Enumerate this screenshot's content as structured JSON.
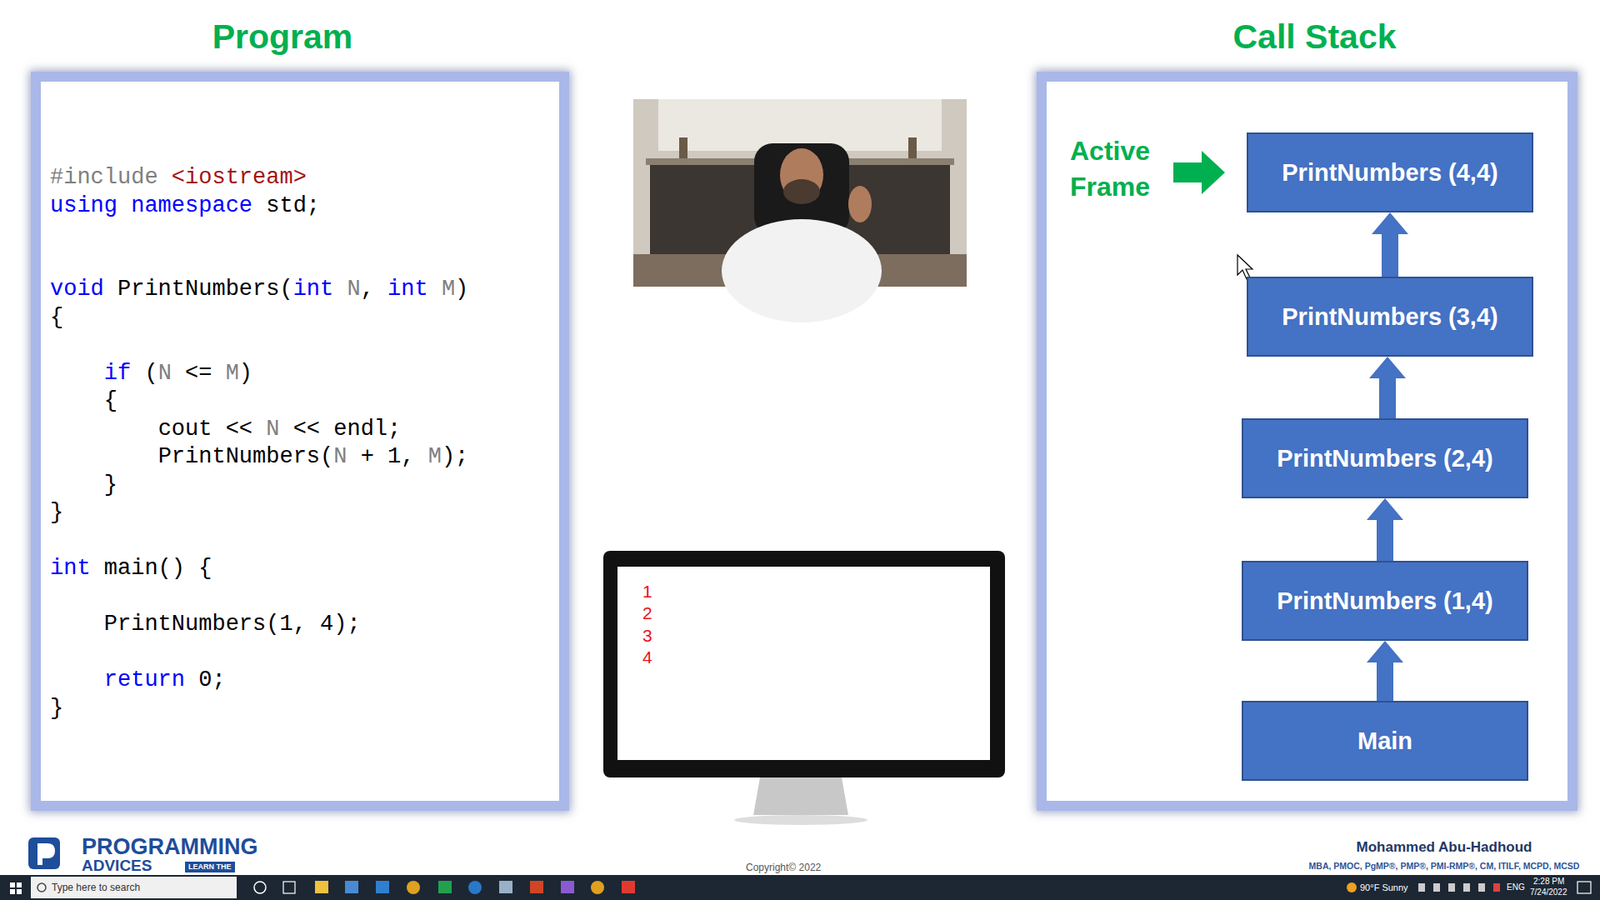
{
  "diagram": {
    "nodes": [
      {
        "text": [
          "Program"
        ]
      },
      {
        "text": [
          "1",
          "2",
          "3",
          "4"
        ]
      },
      {
        "text": [
          "Call Stack"
        ]
      },
      {
        "text": [
          "PrintNumbers (4,4)"
        ],
        "in": 2
      },
      {
        "text": [
          "PrintNumbers (3,4)"
        ],
        "in": 2
      },
      {
        "text": [
          "PrintNumbers (2,4)"
        ],
        "in": 2
      },
      {
        "text": [
          "PrintNumbers (1,4)"
        ],
        "in": 2
      },
      {
        "text": [
          "Main"
        ],
        "in": 2
      }
    ],
    "edges": [
      {
        "from": 7,
        "to": 6,
        "arrow": "to"
      },
      {
        "from": 6,
        "to": 5,
        "arrow": "to"
      },
      {
        "from": 5,
        "to": 4,
        "arrow": "to"
      },
      {
        "from": 4,
        "to": 3,
        "arrow": "to"
      }
    ],
    "labels": [
      "#include",
      "<iostream>",
      "using",
      "namespace",
      "std;",
      "void",
      "PrintNumbers(",
      "int",
      "N",
      ",",
      "int",
      "M",
      ")",
      "{",
      "if",
      "(",
      "N",
      "<=",
      "M",
      ")",
      "{",
      "cout <<",
      "N",
      "<< endl;",
      "PrintNumbers(",
      "N",
      "+ 1,",
      "M",
      ");",
      "}",
      "}",
      "int",
      "main() {",
      "PrintNumbers(1, 4);",
      "return",
      "0;",
      "}",
      "Active Frame",
      "PROGRAMMING",
      "ADVICES",
      "LEARN THE",
      "Copyright© 2022",
      "Mohammed Abu-Hadhoud",
      "MBA, PMOC, PgMP®, PMP®, PMI-RMP®, CM, ITILF, MCPD, MCSD",
      "Type here to search",
      "90°F Sunny",
      "ENG",
      "2:28 PM",
      "7/24/2022"
    ]
  }
}
